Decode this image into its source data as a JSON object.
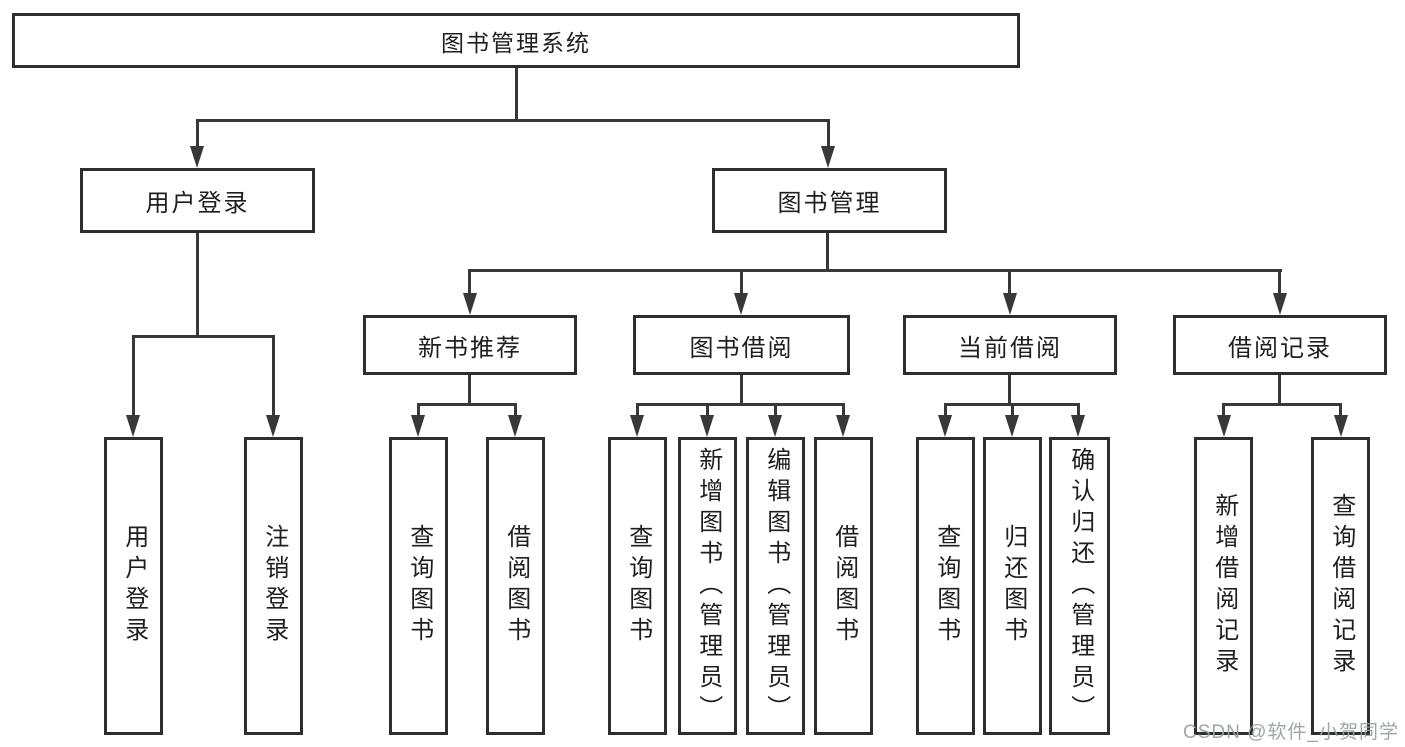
{
  "diagram": {
    "title": "图书管理系统",
    "branches": [
      {
        "label": "用户登录",
        "leaves": [
          "用户登录",
          "注销登录"
        ]
      },
      {
        "label": "图书管理",
        "groups": [
          {
            "label": "新书推荐",
            "leaves": [
              "查询图书",
              "借阅图书"
            ]
          },
          {
            "label": "图书借阅",
            "leaves": [
              "查询图书",
              "新增图书（管理员）",
              "编辑图书（管理员）",
              "借阅图书"
            ]
          },
          {
            "label": "当前借阅",
            "leaves": [
              "查询图书",
              "归还图书",
              "确认归还（管理员）"
            ]
          },
          {
            "label": "借阅记录",
            "leaves": [
              "新增借阅记录",
              "查询借阅记录"
            ]
          }
        ]
      }
    ]
  },
  "watermark": {
    "text": "CSDN @软件_小贺同学"
  },
  "colors": {
    "background": "#ffffff",
    "box_border": "#2e2e2e",
    "connector_line": "#383838",
    "text": "#1f1f1f",
    "watermark": "#9ba0a4"
  }
}
